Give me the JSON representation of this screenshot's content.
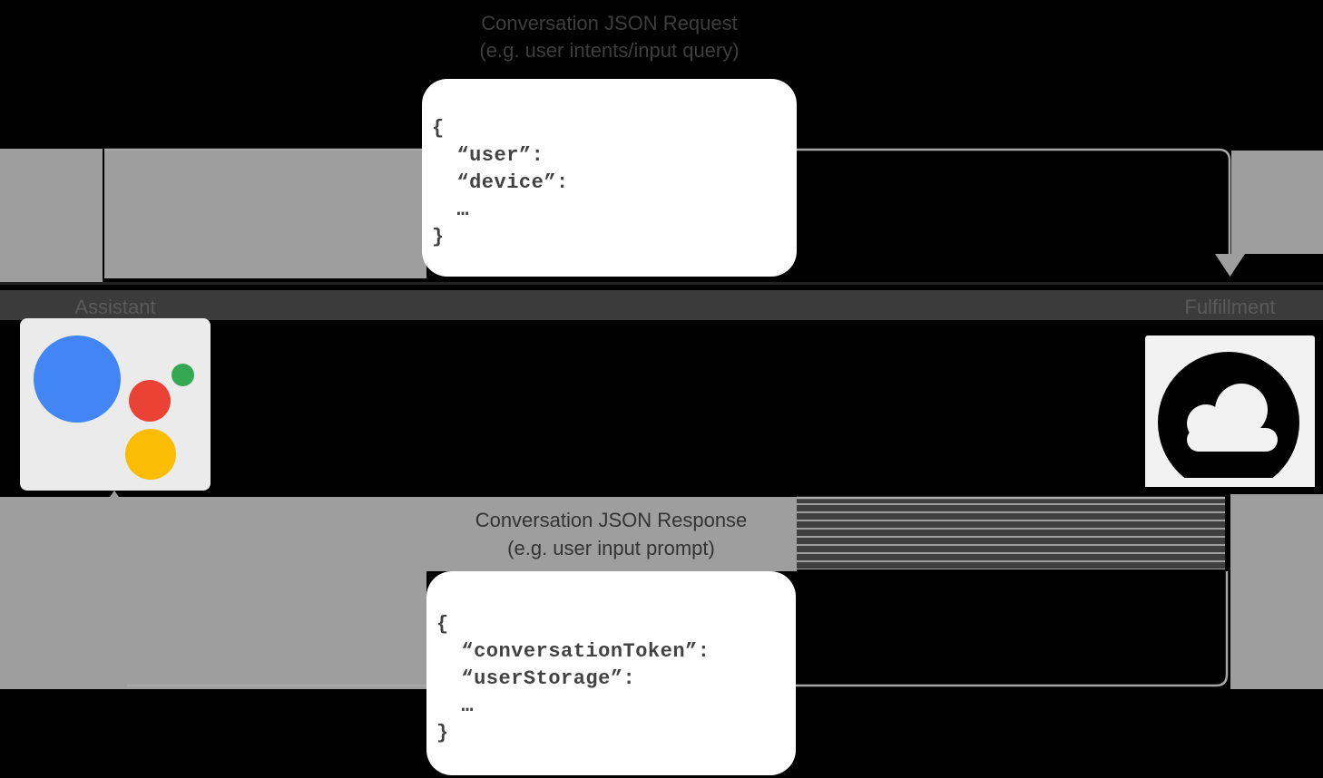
{
  "diagram": {
    "actors": {
      "left": {
        "label": "Assistant",
        "icon": "google-assistant-logo"
      },
      "right": {
        "label": "Fulfillment",
        "icon": "cloud-icon"
      }
    },
    "request": {
      "title": "Conversation JSON Request",
      "subtitle": "(e.g. user intents/input query)",
      "direction": "assistant-to-fulfillment",
      "code": [
        "{",
        "  “user”:",
        "  “device”:",
        "  …",
        "}"
      ]
    },
    "response": {
      "title": "Conversation JSON Response",
      "subtitle": "(e.g. user input prompt)",
      "direction": "fulfillment-to-assistant",
      "code": [
        "{",
        "  “conversationToken”:",
        "  “userStorage”:",
        "  …",
        "}"
      ]
    },
    "colors": {
      "background": "#000000",
      "arrow_gray": "#9e9e9e",
      "thin_line_gray": "#a8a8a8",
      "label_band": "#3b3b3b",
      "actor_text": "#5a5a5a",
      "flow_label_text": "#3e3e3e",
      "code_text": "#424242",
      "box_white": "#ffffff",
      "assistant_blue": "#4285f4",
      "assistant_red": "#ea4335",
      "assistant_yellow": "#fbbc04",
      "assistant_green": "#34a853",
      "cloud_black": "#000000"
    }
  }
}
